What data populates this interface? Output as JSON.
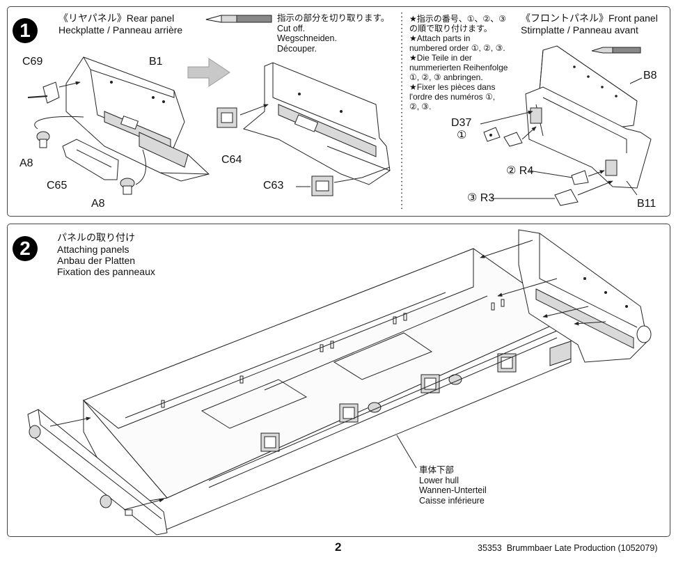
{
  "step1": {
    "number": "1",
    "rear_title_jp": "《リヤパネル》Rear panel",
    "rear_title_de_fr": "Heckplatte / Panneau arrière",
    "cut_note": "指示の部分を切り取ります。\nCut off.\nWegschneiden.\nDécouper.",
    "front_title_jp": "《フロントパネル》Front panel",
    "front_title_de_fr": "Stirnplatte / Panneau avant",
    "order_note": "★指示の番号、①、②、③\nの順で取り付けます。\n★Attach parts in\nnumbered order ①, ②, ③.\n★Die Teile in der\nnummerierten Reihenfolge\n①, ②, ③ anbringen.\n★Fixer les pièces dans\nl'ordre des numéros ①,\n②, ③.",
    "labels": {
      "c69": "C69",
      "b1": "B1",
      "a8_top": "A8",
      "c65": "C65",
      "a8_bottom": "A8",
      "c64": "C64",
      "c63": "C63",
      "b8": "B8",
      "d37": "D37",
      "one": "①",
      "r4": "② R4",
      "r3": "③ R3",
      "b11": "B11"
    }
  },
  "step2": {
    "number": "2",
    "title_jp": "パネルの取り付け",
    "title_en": "Attaching panels",
    "title_de": "Anbau der Platten",
    "title_fr": "Fixation des panneaux",
    "hull_label": "車体下部\nLower hull\nWannen-Unterteil\nCaisse inférieure"
  },
  "footer": {
    "page_number": "2",
    "product_line": "35353  Brummbaer Late Production (1052079)"
  }
}
